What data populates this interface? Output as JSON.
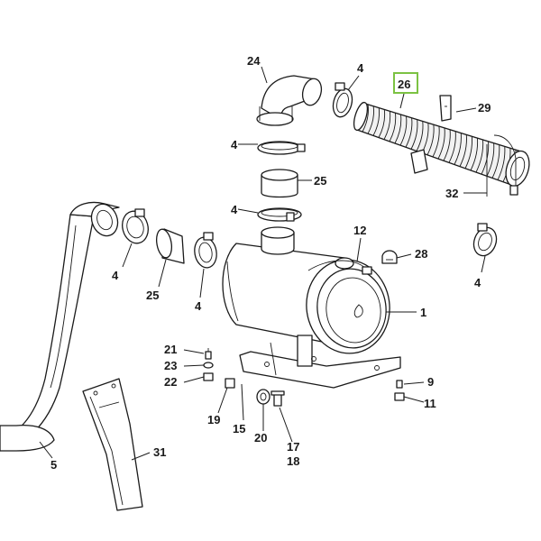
{
  "diagram": {
    "highlight_color": "#7cc243",
    "ink_color": "#1a1a1a",
    "highlighted_callout": "26",
    "callouts": {
      "c1": "1",
      "c4a": "4",
      "c4b": "4",
      "c4c": "4",
      "c4d": "4",
      "c4e": "4",
      "c4f": "4",
      "c5": "5",
      "c9": "9",
      "c11": "11",
      "c12": "12",
      "c15": "15",
      "c17": "17",
      "c18": "18",
      "c19": "19",
      "c20": "20",
      "c21": "21",
      "c22": "22",
      "c23": "23",
      "c24": "24",
      "c25a": "25",
      "c25b": "25",
      "c26": "26",
      "c28": "28",
      "c29": "29",
      "c31": "31",
      "c32": "32"
    }
  }
}
